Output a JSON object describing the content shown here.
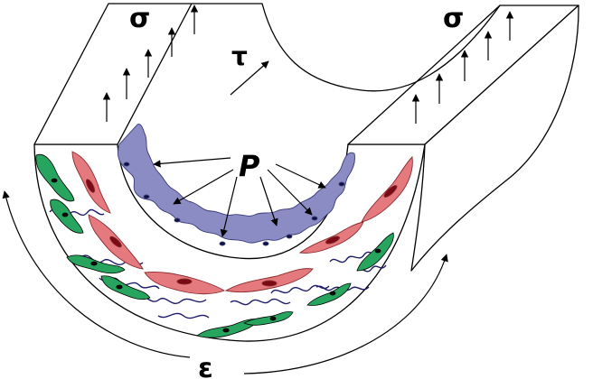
{
  "labels": {
    "sigma_left": "σ",
    "sigma_right": "σ",
    "tau": "τ",
    "pressure": "P",
    "strain": "ε"
  },
  "colors": {
    "endothelial": "#8c8cc4",
    "smooth_muscle": "#e57a7e",
    "fibroblast": "#27a55f",
    "collagen": "#1c1a66",
    "outline": "#000000"
  }
}
